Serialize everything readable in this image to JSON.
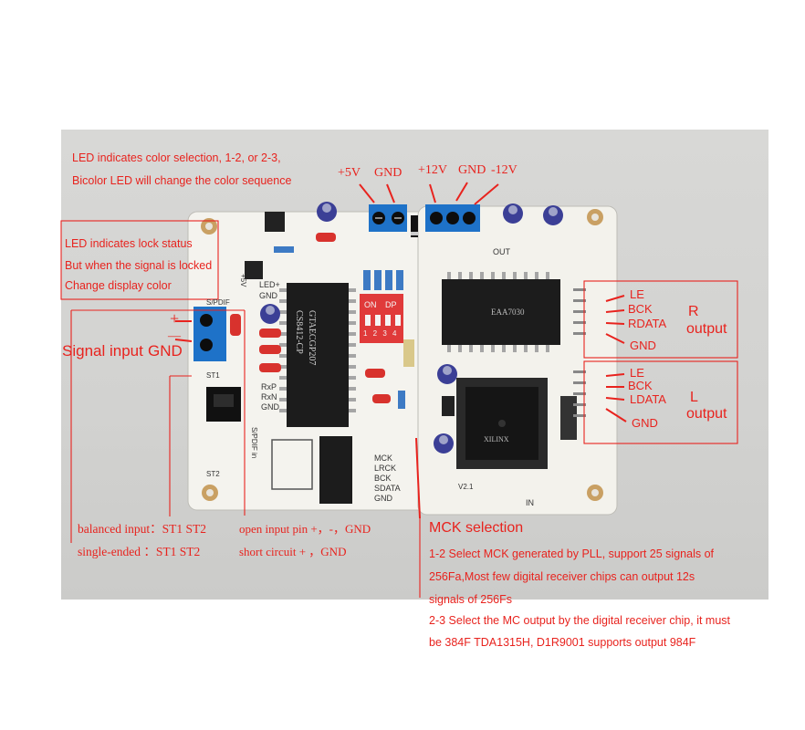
{
  "colors": {
    "annotation": "#e8231e",
    "board": "#f4f3ee",
    "terminal": "#1e72c8",
    "chip": "#1c1c1c",
    "background": "#d4d4d2"
  },
  "annotations": {
    "led_color_1": "LED indicates color selection, 1-2, or 2-3,",
    "led_color_2": "Bicolor LED will change the color sequence",
    "lock_1": "LED indicates lock status",
    "lock_2": "But when the signal is locked",
    "lock_3": "Change display color",
    "plus": "+",
    "minus": "—",
    "signal_input": "Signal input",
    "gnd_input": "GND",
    "pwr_5v": "+5V",
    "pwr_gnd1": "GND",
    "pwr_12v": "+12V",
    "pwr_gnd2": "GND",
    "pwr_m12v": "-12V",
    "r_le": "LE",
    "r_bck": "BCK",
    "r_data": "RDATA",
    "r_gnd": "GND",
    "r_output_1": "R",
    "r_output_2": "output",
    "l_le": "LE",
    "l_bck": "BCK",
    "l_data": "LDATA",
    "l_gnd": "GND",
    "l_output_1": "L",
    "l_output_2": "output",
    "balanced": "balanced input：ST1  ST2",
    "single": "single-ended  ：ST1  ST2",
    "open": "open   input pin   +，-，GND",
    "short": "short circuit              +  ，GND",
    "mck_title": "MCK selection",
    "mck_1": "1-2 Select MCK generated by PLL, support 25 signals of",
    "mck_2": "256Fa,Most few digital receiver chips can output 12s",
    "mck_3": "signals of 256Fs",
    "mck_4": "2-3 Select the MC output by the digital receiver chip, it must",
    "mck_5": "be 384F TDA1315H, D1R9001 supports output 984F"
  },
  "silkscreen": {
    "cs_chip": "CS8412-CP",
    "cs_chip_2": "GTAECGP207",
    "dip_on": "ON",
    "dip_dp": "DP",
    "dip_nums": "1 2 3 4",
    "led_plus": "LED+",
    "gnd": "GND",
    "plus5v": "+5V",
    "spdif_top": "S/PDIF",
    "rxp": "RxP",
    "rxn": "RxN",
    "gnd2": "GND",
    "spdif_in": "S/PDIF in",
    "out": "OUT",
    "in": "IN",
    "mck": "MCK",
    "lrck": "LRCK",
    "bck": "BCK",
    "sdata": "SDATA",
    "gnd3": "GND",
    "st1": "ST1",
    "st2": "ST2",
    "ic_upper": "EAA7030",
    "ic_lower": "XILINX",
    "v2_1": "V2.1"
  }
}
